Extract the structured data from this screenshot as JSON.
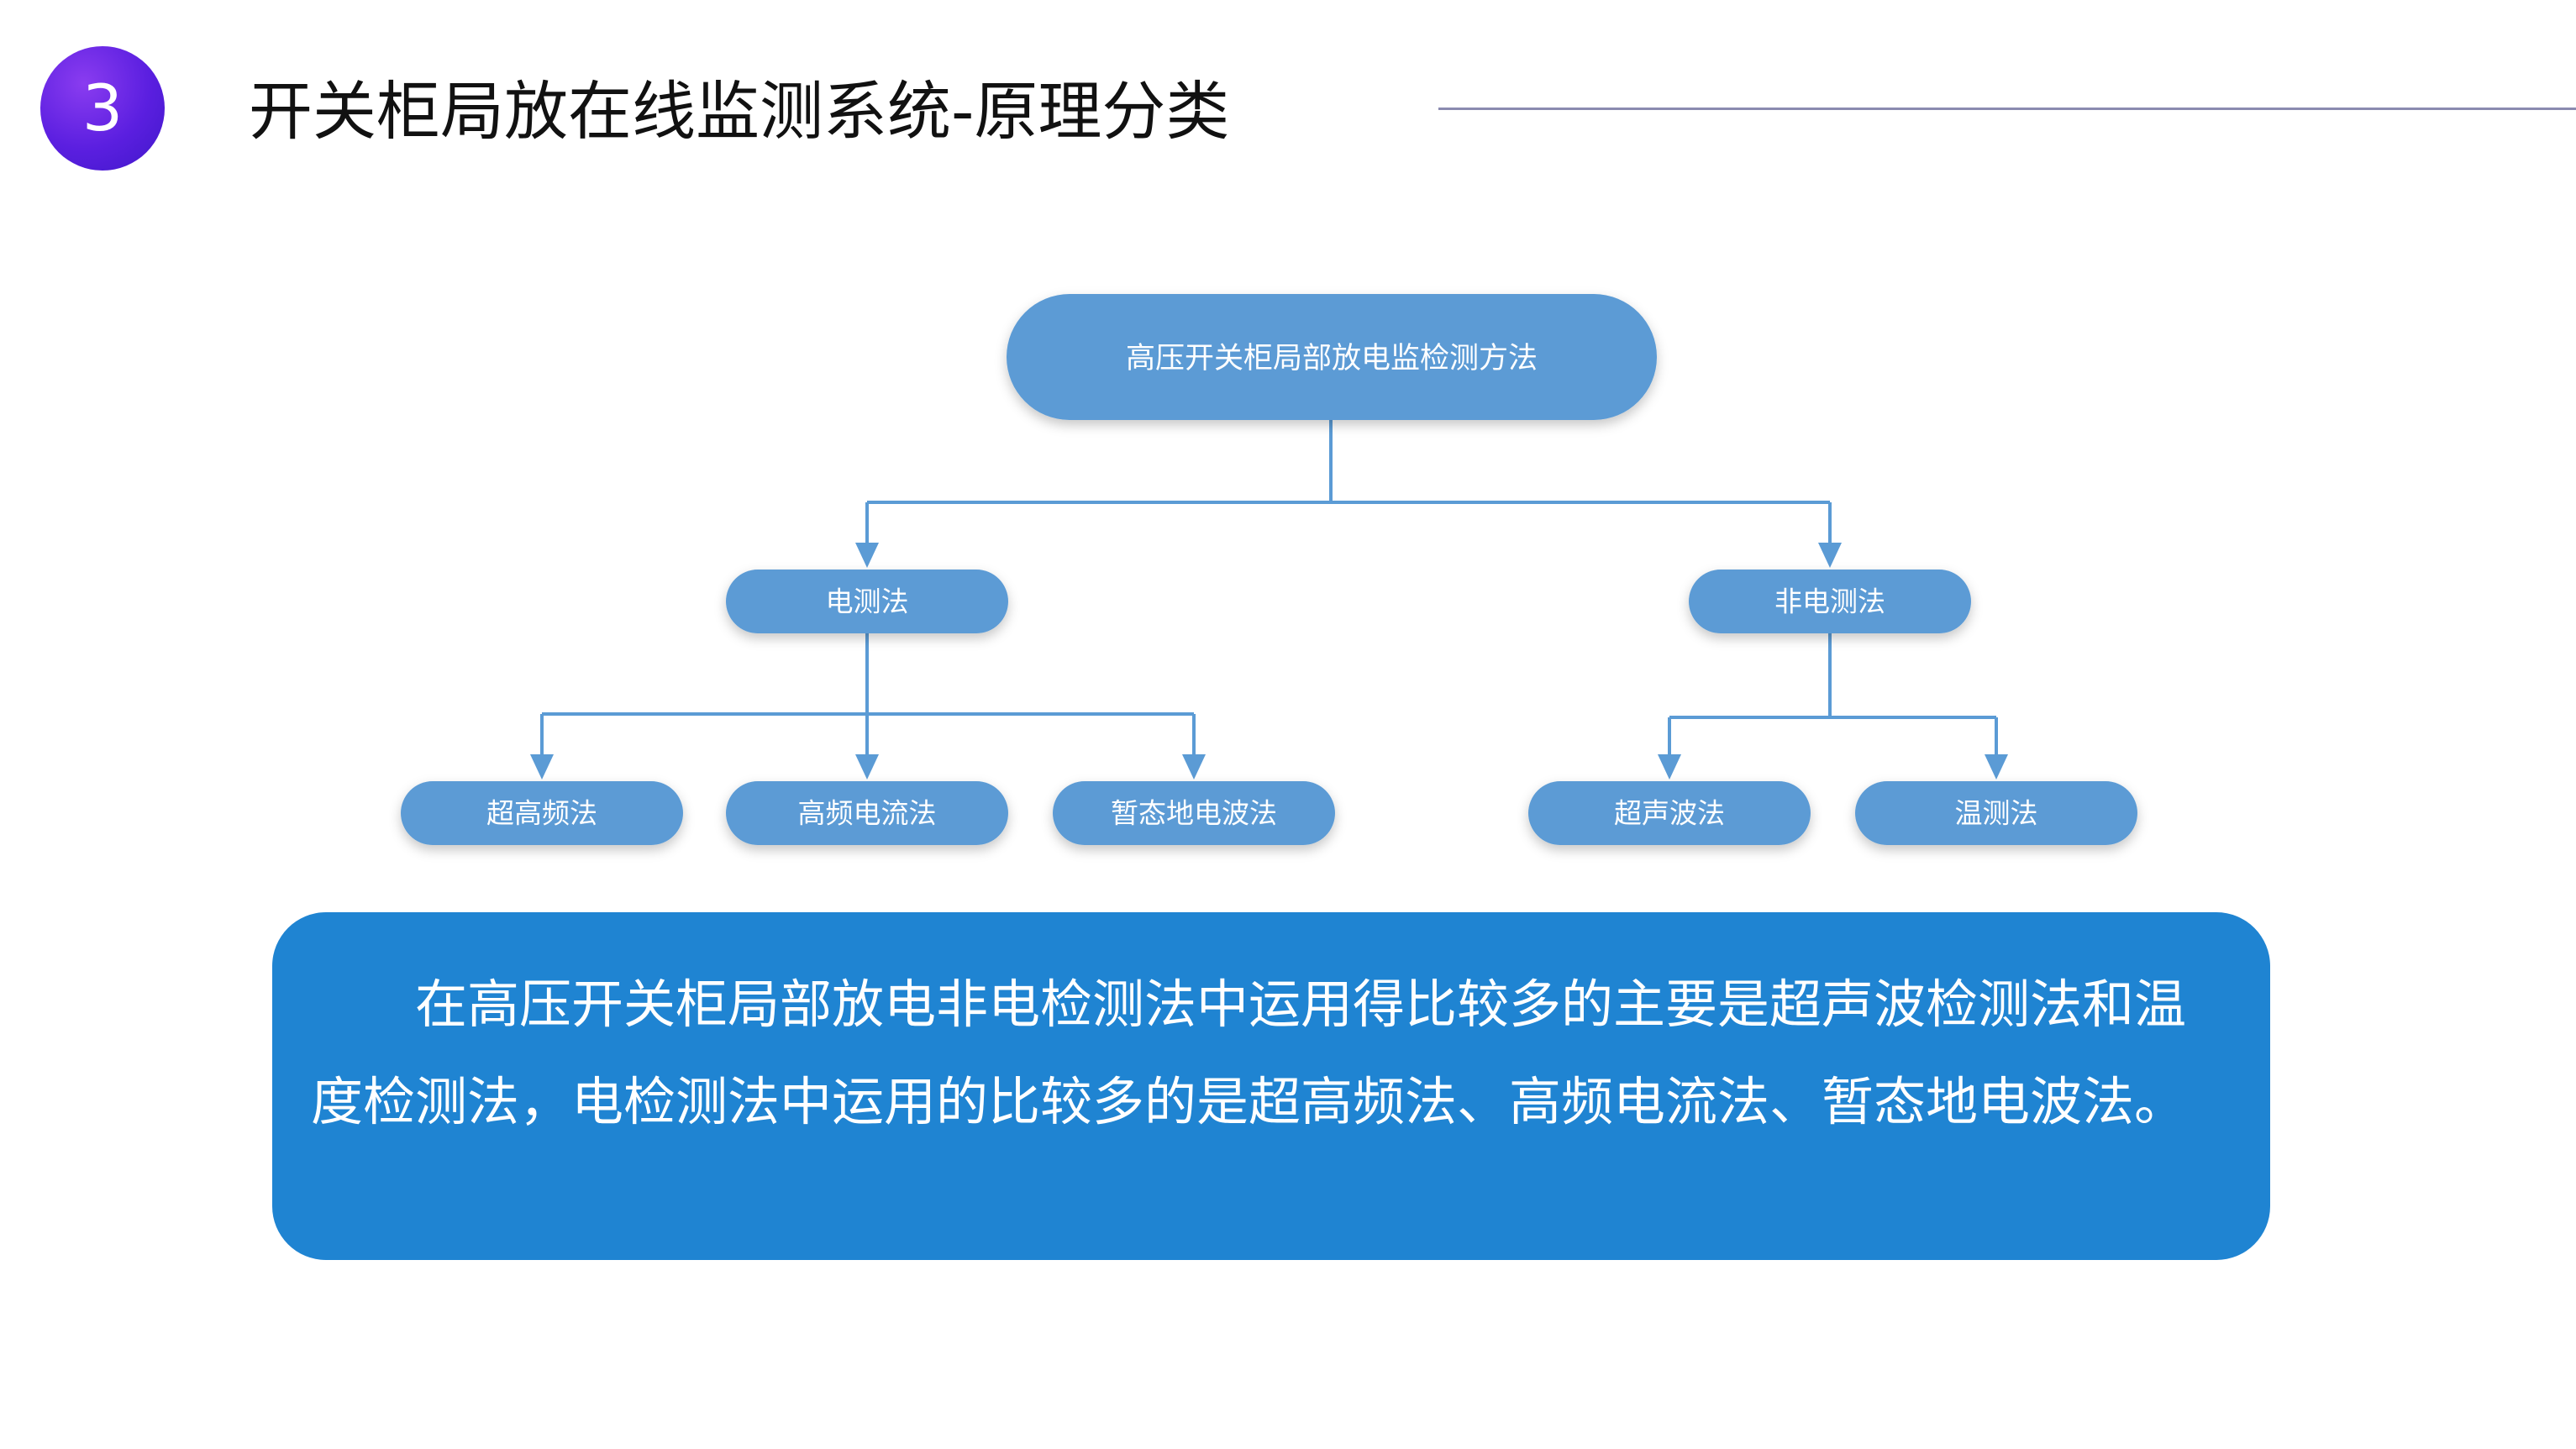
{
  "header": {
    "badge_number": "3",
    "title": "开关柜局放在线监测系统-原理分类"
  },
  "diagram": {
    "root": "高压开关柜局部放电监检测方法",
    "branches": [
      {
        "label": "电测法",
        "children": [
          "超高频法",
          "高频电流法",
          "暂态地电波法"
        ]
      },
      {
        "label": "非电测法",
        "children": [
          "超声波法",
          "温测法"
        ]
      }
    ]
  },
  "summary": {
    "text": "在高压开关柜局部放电非电检测法中运用得比较多的主要是超声波检测法和温度检测法，电检测法中运用的比较多的是超高频法、高频电流法、暂态地电波法。"
  },
  "colors": {
    "node_fill": "#5b9bd5",
    "connector": "#5b9bd5",
    "summary_fill": "#1f84d2",
    "badge": "#5b1fe0"
  }
}
